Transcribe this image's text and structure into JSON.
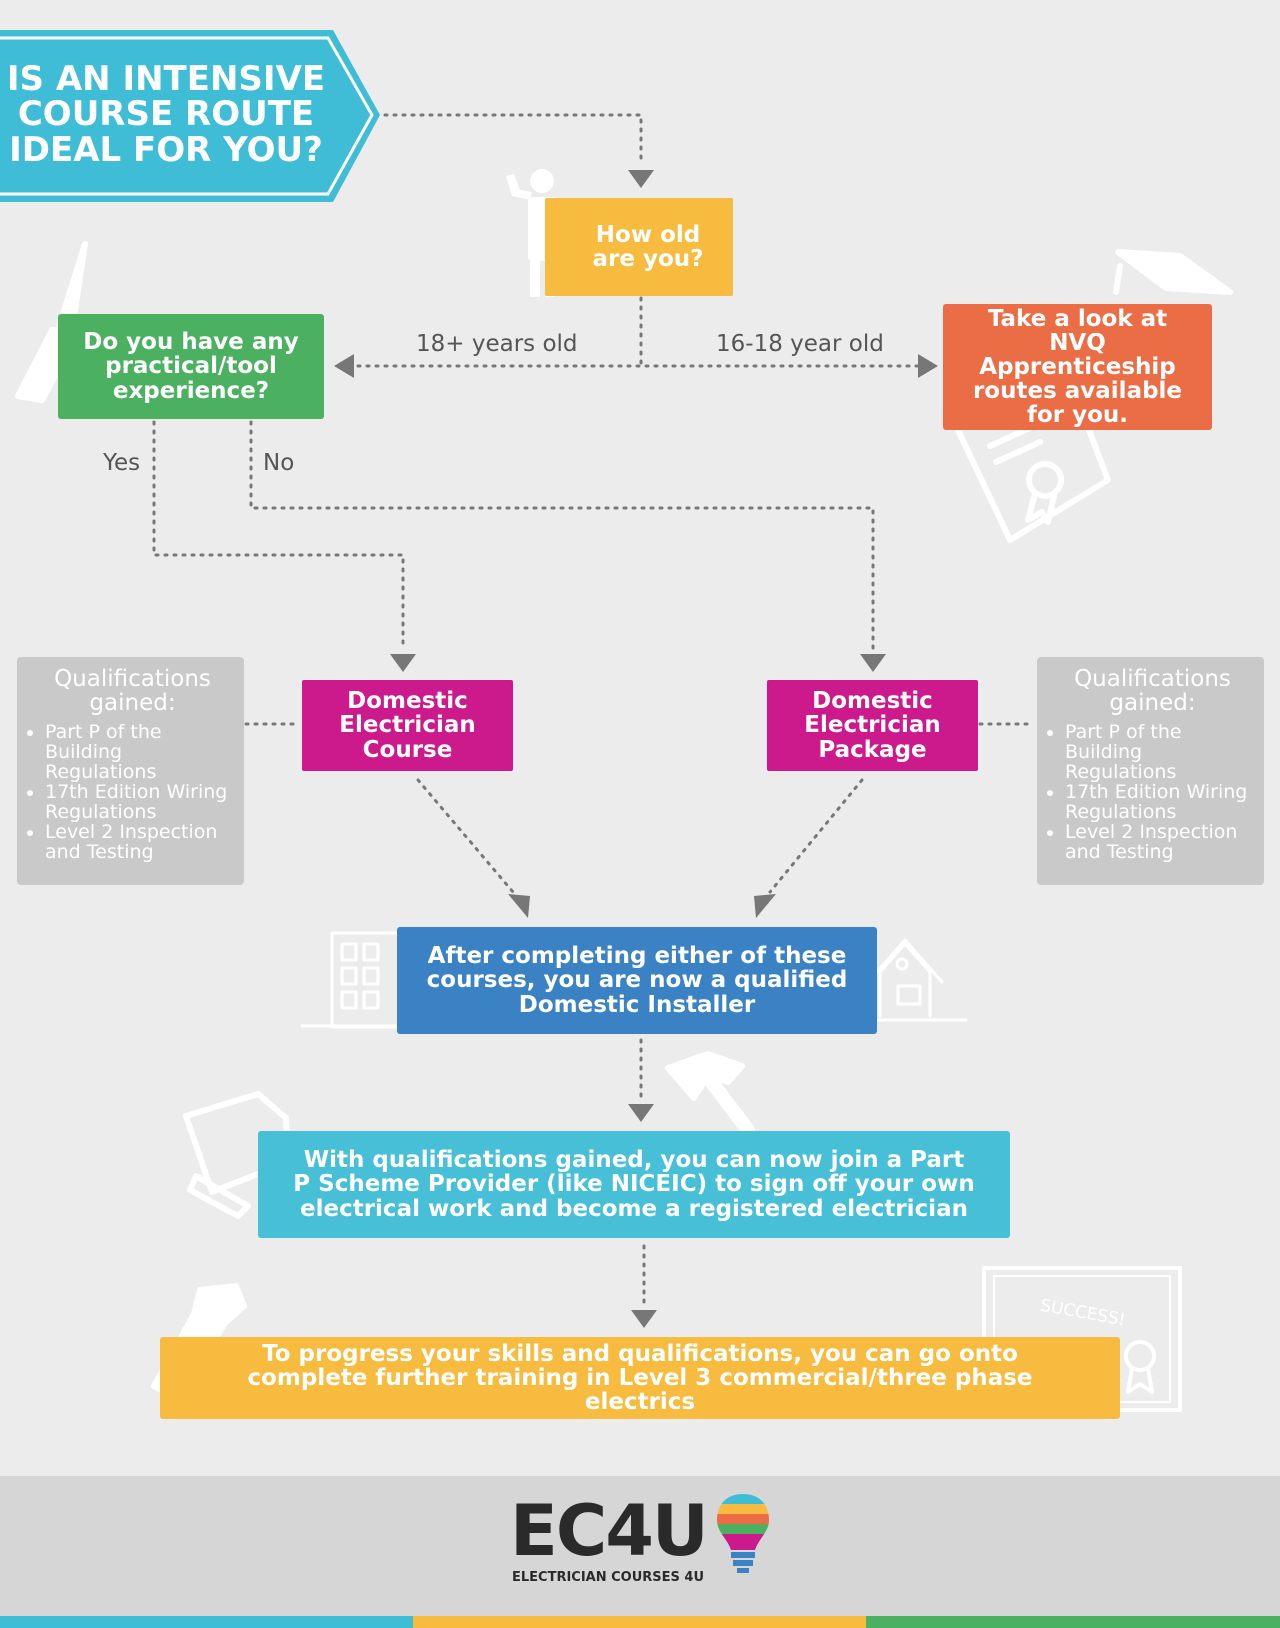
{
  "title": "IS AN INTENSIVE COURSE ROUTE IDEAL FOR YOU?",
  "nodes": {
    "age": "How old are you?",
    "experience": "Do you have any practical/tool experience?",
    "nvq": "Take a look at NVQ Apprenticeship routes available for you.",
    "course": "Domestic Electrician Course",
    "package": "Domestic Electrician Package",
    "installer": "After completing either of these courses, you are now a qualified Domestic Installer",
    "scheme": "With qualifications gained, you can now join a Part P Scheme Provider (like NICEIC) to sign off your own electrical work and become a registered electrician",
    "progress": "To progress your skills and qualifications, you can go onto complete further training in Level 3 commercial/three phase electrics"
  },
  "edge_labels": {
    "over18": "18+ years old",
    "age16to18": "16-18 year old",
    "yes": "Yes",
    "no": "No"
  },
  "qualifications": {
    "heading": "Qualifications gained:",
    "items": [
      "Part P of the Building Regulations",
      "17th Edition Wiring Regulations",
      "Level 2 Inspection and Testing"
    ]
  },
  "decor": {
    "success": "SUCCESS!"
  },
  "logo": {
    "mark": "EC4U",
    "tagline": "ELECTRICIAN COURSES 4U"
  },
  "colors": {
    "cyan": "#3fbcd6",
    "yellow": "#f6bb3f",
    "green": "#4bb160",
    "orange": "#eb6d45",
    "magenta": "#cc1a8c",
    "blue": "#3a82c3",
    "grey": "#c9c9c9",
    "arrow": "#777777"
  }
}
